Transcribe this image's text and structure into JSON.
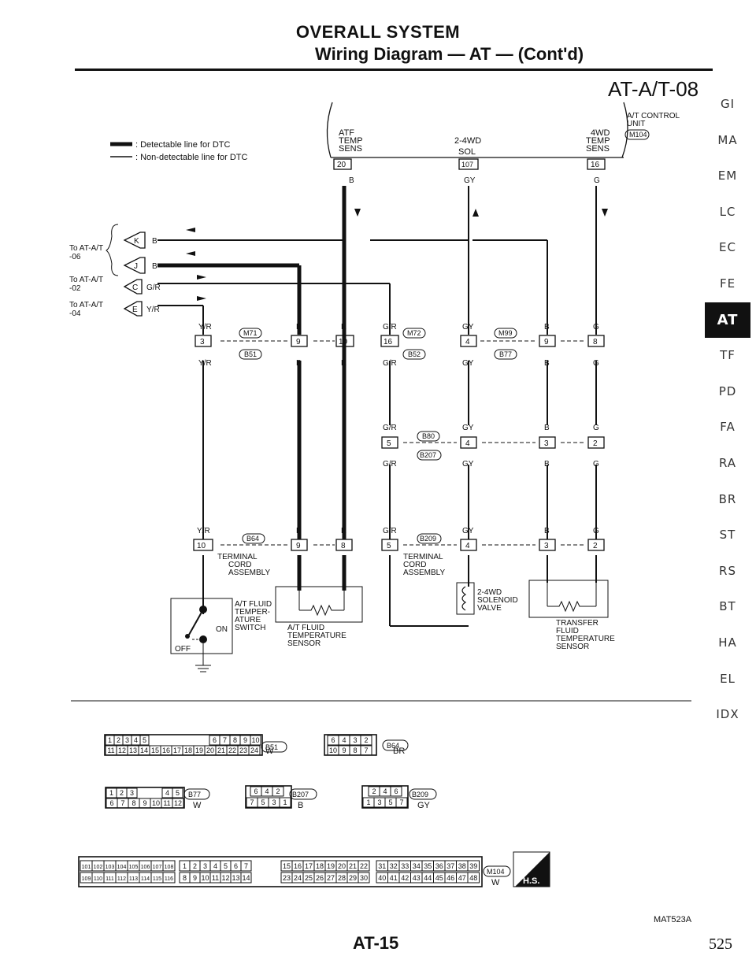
{
  "header": {
    "title": "OVERALL SYSTEM",
    "subtitle": "Wiring Diagram — AT — (Cont'd)"
  },
  "figure_id": "AT-A/T-08",
  "legend": {
    "detectable": ": Detectable line for DTC",
    "non_detectable": ": Non-detectable line for DTC"
  },
  "control_unit": {
    "name1": "A/T CONTROL",
    "name2": "UNIT",
    "conn": "M104",
    "pins": [
      {
        "num": "20",
        "l1": "ATF",
        "l2": "TEMP",
        "l3": "SENS",
        "wire": "B"
      },
      {
        "num": "107",
        "l1": "2-4WD",
        "l2": "SOL",
        "l3": "",
        "wire": "GY"
      },
      {
        "num": "16",
        "l1": "4WD",
        "l2": "TEMP",
        "l3": "SENS",
        "wire": "G"
      }
    ]
  },
  "offpage": {
    "to06": "To AT-A/T",
    "to06b": "-06",
    "to02": "To AT-A/T",
    "to02b": "-02",
    "to04": "To AT-A/T",
    "to04b": "-04",
    "k": "K",
    "j": "J",
    "c": "C",
    "e": "E",
    "k_wire": "B",
    "j_wire": "B",
    "c_wire": "G/R",
    "e_wire": "Y/R"
  },
  "row1": {
    "pins": [
      "3",
      "9",
      "10",
      "16",
      "4",
      "9",
      "8"
    ],
    "top_wires": [
      "Y/R",
      "B",
      "R",
      "G/R",
      "GY",
      "B",
      "G"
    ],
    "bot_wires": [
      "Y/R",
      "B",
      "R",
      "G/R",
      "GY",
      "B",
      "G"
    ],
    "conns": {
      "m71": "M71",
      "b51": "B51",
      "m72": "M72",
      "b52": "B52",
      "m99": "M99",
      "b77": "B77"
    }
  },
  "row2": {
    "pins": [
      "5",
      "4",
      "3",
      "2"
    ],
    "top_wires": [
      "G/R",
      "GY",
      "B",
      "G"
    ],
    "bot_wires": [
      "G/R",
      "GY",
      "B",
      "G"
    ],
    "conns": {
      "b80": "B80",
      "b207": "B207"
    }
  },
  "row3": {
    "pins": [
      "10",
      "9",
      "8",
      "5",
      "4",
      "3",
      "2"
    ],
    "top_wires": [
      "Y/R",
      "B",
      "R",
      "G/R",
      "GY",
      "B",
      "G"
    ],
    "conns": {
      "b64": "B64",
      "b209": "B209"
    }
  },
  "components": {
    "term1": [
      "TERMINAL",
      "CORD",
      "ASSEMBLY"
    ],
    "term2": [
      "TERMINAL",
      "CORD",
      "ASSEMBLY"
    ],
    "switch": [
      "A/T FLUID",
      "TEMPER-",
      "ATURE",
      "SWITCH"
    ],
    "sw_on": "ON",
    "sw_off": "OFF",
    "sensor": [
      "A/T FLUID",
      "TEMPERATURE",
      "SENSOR"
    ],
    "solenoid": [
      "2-4WD",
      "SOLENOID",
      "VALVE"
    ],
    "transfer": [
      "TRANSFER",
      "FLUID",
      "TEMPERATURE",
      "SENSOR"
    ]
  },
  "connectors": {
    "b51": {
      "row1": [
        "1",
        "2",
        "3",
        "4",
        "5",
        "6",
        "7",
        "8",
        "9",
        "10"
      ],
      "row2": [
        "11",
        "12",
        "13",
        "14",
        "15",
        "16",
        "17",
        "18",
        "19",
        "20",
        "21",
        "22",
        "23",
        "24"
      ],
      "id": "B51",
      "color": "W"
    },
    "b64": {
      "row1": [
        "6",
        "4",
        "3",
        "2"
      ],
      "row2": [
        "10",
        "9",
        "8",
        "7"
      ],
      "id": "B64",
      "color": "BR"
    },
    "b77": {
      "row1": [
        "1",
        "2",
        "3",
        "4",
        "5"
      ],
      "row2": [
        "6",
        "7",
        "8",
        "9",
        "10",
        "11",
        "12"
      ],
      "id": "B77",
      "color": "W"
    },
    "b207": {
      "row1": [
        "6",
        "4",
        "2"
      ],
      "row2": [
        "7",
        "5",
        "3",
        "1"
      ],
      "id": "B207",
      "color": "B"
    },
    "b209": {
      "row1": [
        "2",
        "4",
        "6"
      ],
      "row2": [
        "1",
        "3",
        "5",
        "7"
      ],
      "id": "B209",
      "color": "GY"
    },
    "m104": {
      "a1": [
        "101",
        "102",
        "103",
        "104",
        "105",
        "106",
        "107",
        "108"
      ],
      "a2": [
        "109",
        "110",
        "111",
        "112",
        "113",
        "114",
        "115",
        "116"
      ],
      "b1": [
        "1",
        "2",
        "3",
        "4",
        "5",
        "6",
        "7"
      ],
      "b2": [
        "8",
        "9",
        "10",
        "11",
        "12",
        "13",
        "14"
      ],
      "c1": [
        "15",
        "16",
        "17",
        "18",
        "19",
        "20",
        "21",
        "22"
      ],
      "c2": [
        "23",
        "24",
        "25",
        "26",
        "27",
        "28",
        "29",
        "30"
      ],
      "d1": [
        "31",
        "32",
        "33",
        "34",
        "35",
        "36",
        "37",
        "38",
        "39"
      ],
      "d2": [
        "40",
        "41",
        "42",
        "43",
        "44",
        "45",
        "46",
        "47",
        "48"
      ],
      "id": "M104",
      "color": "W",
      "hs": "H.S."
    }
  },
  "sidebar": [
    "GI",
    "MA",
    "EM",
    "LC",
    "EC",
    "FE",
    "AT",
    "TF",
    "PD",
    "FA",
    "RA",
    "BR",
    "ST",
    "RS",
    "BT",
    "HA",
    "EL",
    "IDX"
  ],
  "active_tab": "AT",
  "footer": {
    "figure_code": "MAT523A",
    "section_page": "AT-15",
    "page_number": "525"
  }
}
